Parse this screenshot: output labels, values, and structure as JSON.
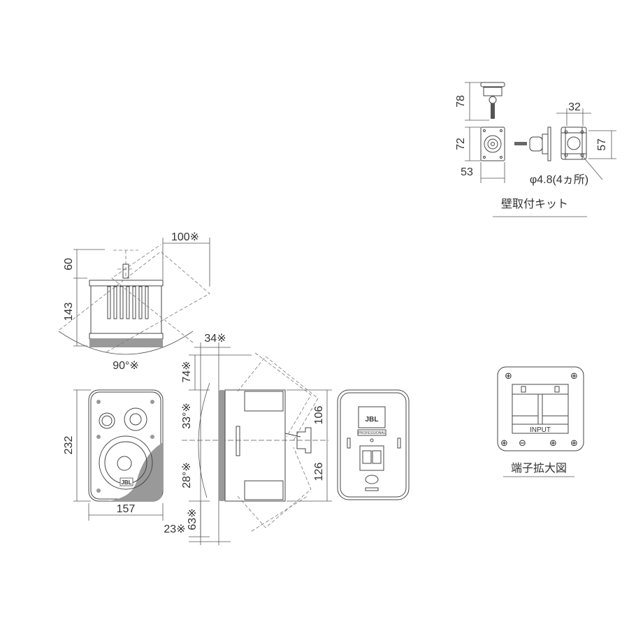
{
  "wall_kit": {
    "dim_height_mount": "78",
    "dim_plate_height": "72",
    "dim_plate_width": "53",
    "dim_plate2_width": "32",
    "dim_plate2_height": "57",
    "hole_note": "φ4.8(4ヵ所)",
    "caption": "壁取付キット"
  },
  "top_view": {
    "dim_bracket": "60",
    "dim_depth": "143",
    "dim_swing": "100※",
    "angle": "90°※"
  },
  "front_view": {
    "dim_height": "232",
    "dim_width": "157",
    "logo": "JBL"
  },
  "side_view": {
    "dim_offset": "34※",
    "dim_top": "74※",
    "angle_up": "33°※",
    "angle_down": "28°※",
    "dim_bottom": "63※",
    "dim_bottom_offset": "23※",
    "dim_upper": "106",
    "dim_lower": "126"
  },
  "back_view": {
    "logo": "JBL",
    "brand_sub": "PROFESSIONAL"
  },
  "terminal": {
    "label": "INPUT",
    "caption": "端子拡大図",
    "minus": "⊖",
    "plus": "⊕"
  }
}
